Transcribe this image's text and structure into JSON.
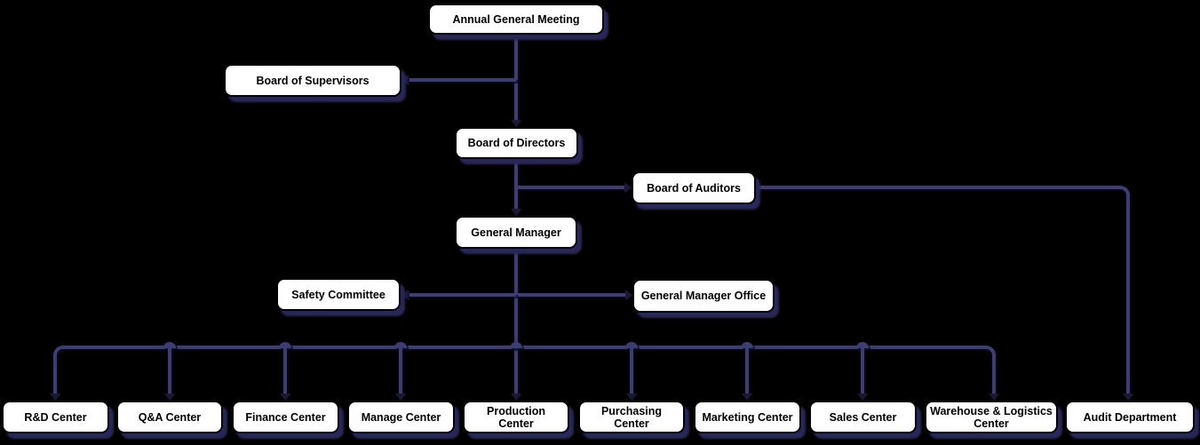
{
  "diagram": {
    "type": "org-chart",
    "nodes": {
      "annual_general_meeting": {
        "label": "Annual General Meeting"
      },
      "board_of_supervisors": {
        "label": "Board of Supervisors"
      },
      "board_of_directors": {
        "label": "Board of Directors"
      },
      "board_of_auditors": {
        "label": "Board of Auditors"
      },
      "general_manager": {
        "label": "General Manager"
      },
      "safety_committee": {
        "label": "Safety Committee"
      },
      "general_manager_office": {
        "label": "General Manager Office"
      },
      "rd_center": {
        "label": "R&D Center"
      },
      "qa_center": {
        "label": "Q&A Center"
      },
      "finance_center": {
        "label": "Finance Center"
      },
      "manage_center": {
        "label": "Manage Center"
      },
      "production_center": {
        "label": "Production Center"
      },
      "purchasing_center": {
        "label": "Purchasing Center"
      },
      "marketing_center": {
        "label": "Marketing Center"
      },
      "sales_center": {
        "label": "Sales Center"
      },
      "warehouse_logistics_center": {
        "label": "Warehouse & Logistics Center"
      },
      "audit_department": {
        "label": "Audit Department"
      }
    },
    "edges": [
      {
        "from": "annual_general_meeting",
        "to": "board_of_supervisors"
      },
      {
        "from": "annual_general_meeting",
        "to": "board_of_directors"
      },
      {
        "from": "board_of_directors",
        "to": "board_of_auditors"
      },
      {
        "from": "board_of_directors",
        "to": "general_manager"
      },
      {
        "from": "board_of_auditors",
        "to": "audit_department"
      },
      {
        "from": "general_manager",
        "to": "safety_committee"
      },
      {
        "from": "general_manager",
        "to": "general_manager_office"
      },
      {
        "from": "general_manager",
        "to": "rd_center"
      },
      {
        "from": "general_manager",
        "to": "qa_center"
      },
      {
        "from": "general_manager",
        "to": "finance_center"
      },
      {
        "from": "general_manager",
        "to": "manage_center"
      },
      {
        "from": "general_manager",
        "to": "production_center"
      },
      {
        "from": "general_manager",
        "to": "purchasing_center"
      },
      {
        "from": "general_manager",
        "to": "marketing_center"
      },
      {
        "from": "general_manager",
        "to": "sales_center"
      },
      {
        "from": "general_manager",
        "to": "warehouse_logistics_center"
      }
    ],
    "colors": {
      "background": "#000000",
      "node_fill": "#ffffff",
      "node_border": "#000000",
      "node_shadow": "#272758",
      "connector": "#3d3d72",
      "arrow": "#191936",
      "text": "#000000"
    }
  }
}
